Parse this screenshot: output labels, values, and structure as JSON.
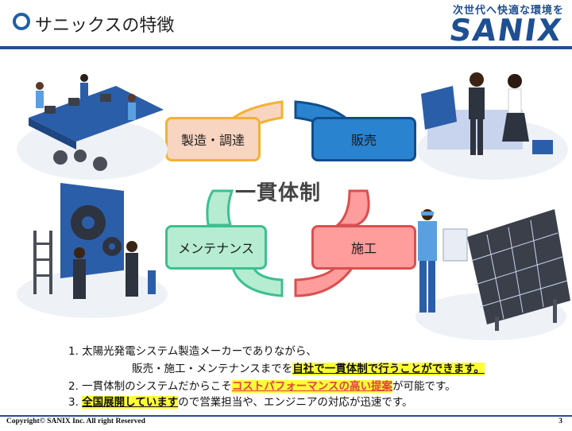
{
  "header": {
    "title": "サニックスの特徴",
    "tagline": "次世代へ快適な環境を",
    "brand": "SANIX"
  },
  "cycle": {
    "center_label": "一貫体制",
    "stages": [
      {
        "key": "manufacturing",
        "label": "製造・調達",
        "color": "#f2b233"
      },
      {
        "key": "sales",
        "label": "販売",
        "color": "#134c8a"
      },
      {
        "key": "maintenance",
        "label": "メンテナンス",
        "color": "#3cc090"
      },
      {
        "key": "construction",
        "label": "施工",
        "color": "#d95050"
      }
    ]
  },
  "notes": {
    "line1": "1. 太陽光発電システム製造メーカーでありながら、",
    "line1b_pre": "販売・施工・メンテナンスまでを",
    "line1b_hl": "自社で一貫体制で行うことができます。",
    "line2_pre": "2. 一貫体制のシステムだからこそ",
    "line2_hl": "コストパフォーマンスの高い提案",
    "line2_post": "が可能です。",
    "line3_num": "3. ",
    "line3_hl": "全国展開しています",
    "line3_post": "ので営業担当や、エンジニアの対応が迅速です。"
  },
  "footer": {
    "copyright": "Copyright© SANIX Inc. All right Reserved",
    "page_number": "3"
  }
}
